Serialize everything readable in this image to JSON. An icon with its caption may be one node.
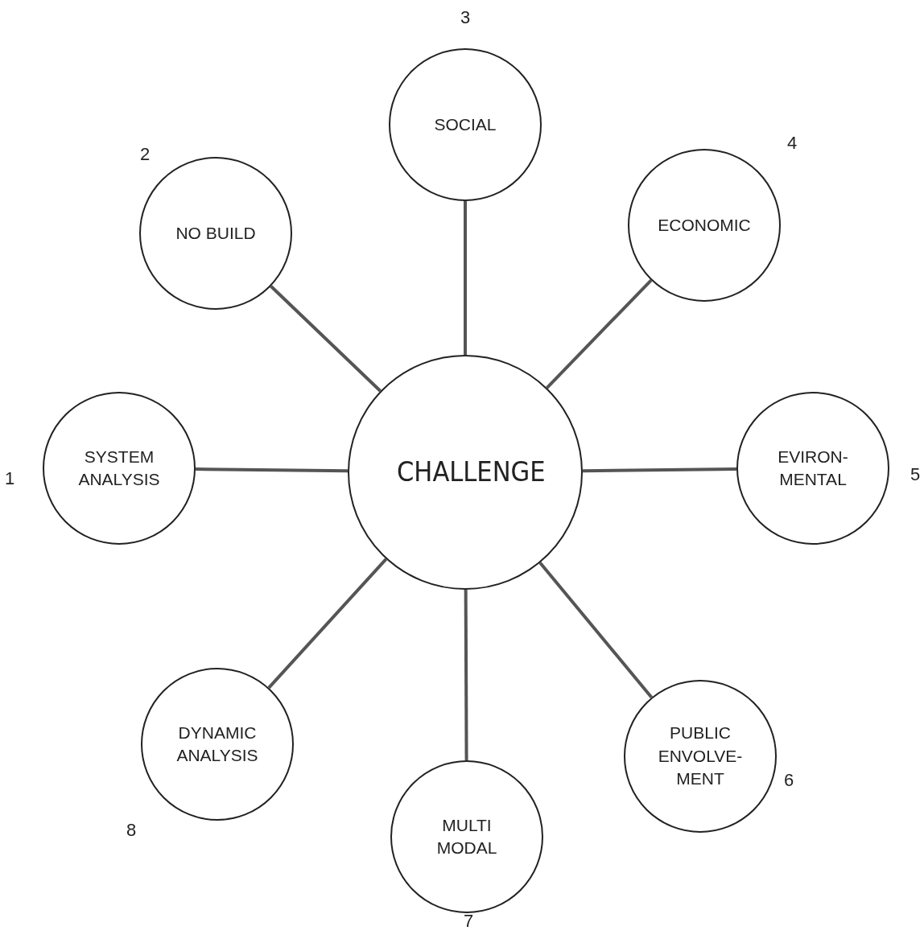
{
  "diagram": {
    "nodes": [
      {
        "text": [
          "CHALLENGE"
        ]
      },
      {
        "text": [
          "SYSTEM ANALYSIS"
        ],
        "beside": [
          "1"
        ]
      },
      {
        "text": [
          "NO BUILD"
        ],
        "beside": [
          "2"
        ]
      },
      {
        "text": [
          "SOCIAL"
        ],
        "beside": [
          "3"
        ]
      },
      {
        "text": [
          "ECONOMIC"
        ],
        "beside": [
          "4"
        ]
      },
      {
        "text": [
          "EVIRON- MENTAL"
        ],
        "beside": [
          "5"
        ]
      },
      {
        "text": [
          "PUBLIC ENVOLVE- MENT"
        ],
        "beside": [
          "6"
        ]
      },
      {
        "text": [
          "MULTI MODAL"
        ],
        "beside": [
          "7"
        ]
      },
      {
        "text": [
          "DYNAMIC ANALYSIS"
        ],
        "beside": [
          "8"
        ]
      }
    ],
    "edges": [
      {
        "from": 0,
        "to": 1,
        "arrow": "none"
      },
      {
        "from": 0,
        "to": 2,
        "arrow": "none"
      },
      {
        "from": 0,
        "to": 3,
        "arrow": "none"
      },
      {
        "from": 0,
        "to": 4,
        "arrow": "none"
      },
      {
        "from": 0,
        "to": 5,
        "arrow": "none"
      },
      {
        "from": 0,
        "to": 6,
        "arrow": "none"
      },
      {
        "from": 0,
        "to": 7,
        "arrow": "none"
      },
      {
        "from": 0,
        "to": 8,
        "arrow": "none"
      }
    ]
  }
}
